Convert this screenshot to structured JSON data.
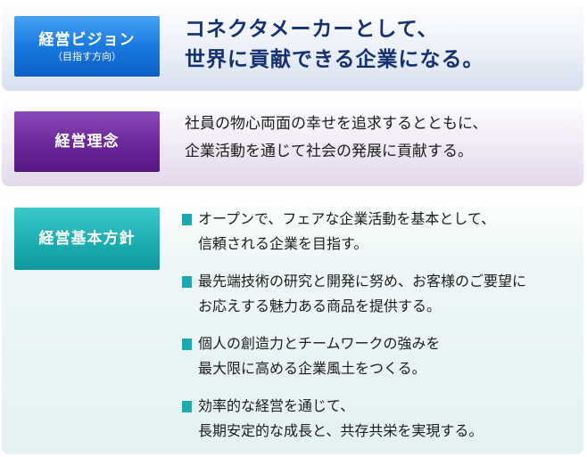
{
  "vision": {
    "label": "経営ビジョン",
    "sublabel": "（目指す方向）",
    "lines": [
      "コネクタメーカーとして、",
      "世界に貢献できる企業になる。"
    ]
  },
  "philosophy": {
    "label": "経営理念",
    "lines": [
      "社員の物心両面の幸せを追求するとともに、",
      "企業活動を通じて社会の発展に貢献する。"
    ]
  },
  "policy": {
    "label": "経営基本方針",
    "items": [
      {
        "lines": [
          "オープンで、フェアな企業活動を基本として、",
          "信頼される企業を目指す。"
        ]
      },
      {
        "lines": [
          "最先端技術の研究と開発に努め、お客様のご要望に",
          "お応えする魅力ある商品を提供する。"
        ]
      },
      {
        "lines": [
          "個人の創造力とチームワークの強みを",
          "最大限に高める企業風土をつくる。"
        ]
      },
      {
        "lines": [
          "効率的な経営を通じて、",
          "長期安定的な成長と、共存共栄を実現する。"
        ]
      }
    ]
  },
  "colors": {
    "vision_accent": "#1a79e0",
    "philosophy_accent": "#6a2798",
    "policy_accent": "#1daeb1",
    "headline": "#14306e"
  },
  "icons": {
    "bullet": "square-bullet-icon"
  }
}
